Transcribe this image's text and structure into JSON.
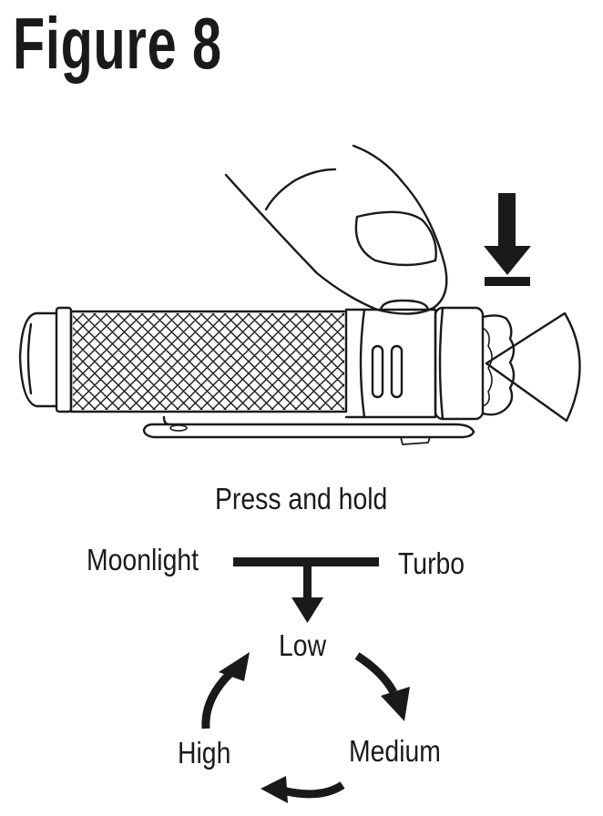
{
  "figure": {
    "title": "Figure 8"
  },
  "instruction": {
    "press_label": "Press and hold"
  },
  "modes": {
    "moonlight": "Moonlight",
    "turbo": "Turbo",
    "low": "Low",
    "medium": "Medium",
    "high": "High"
  },
  "colors": {
    "ink": "#1a1a1a",
    "background": "#ffffff"
  },
  "icons": [
    "finger-press-icon",
    "flashlight-icon",
    "press-down-arrow-icon",
    "light-beam-icon",
    "cycle-arrow-icon"
  ]
}
